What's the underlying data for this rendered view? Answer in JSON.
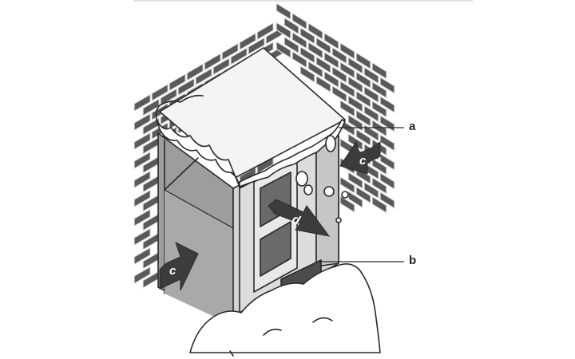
{
  "callouts": {
    "a": "a",
    "b": "b"
  },
  "arrows": {
    "left_front": "c",
    "right_side": "c",
    "out_front": "d"
  }
}
